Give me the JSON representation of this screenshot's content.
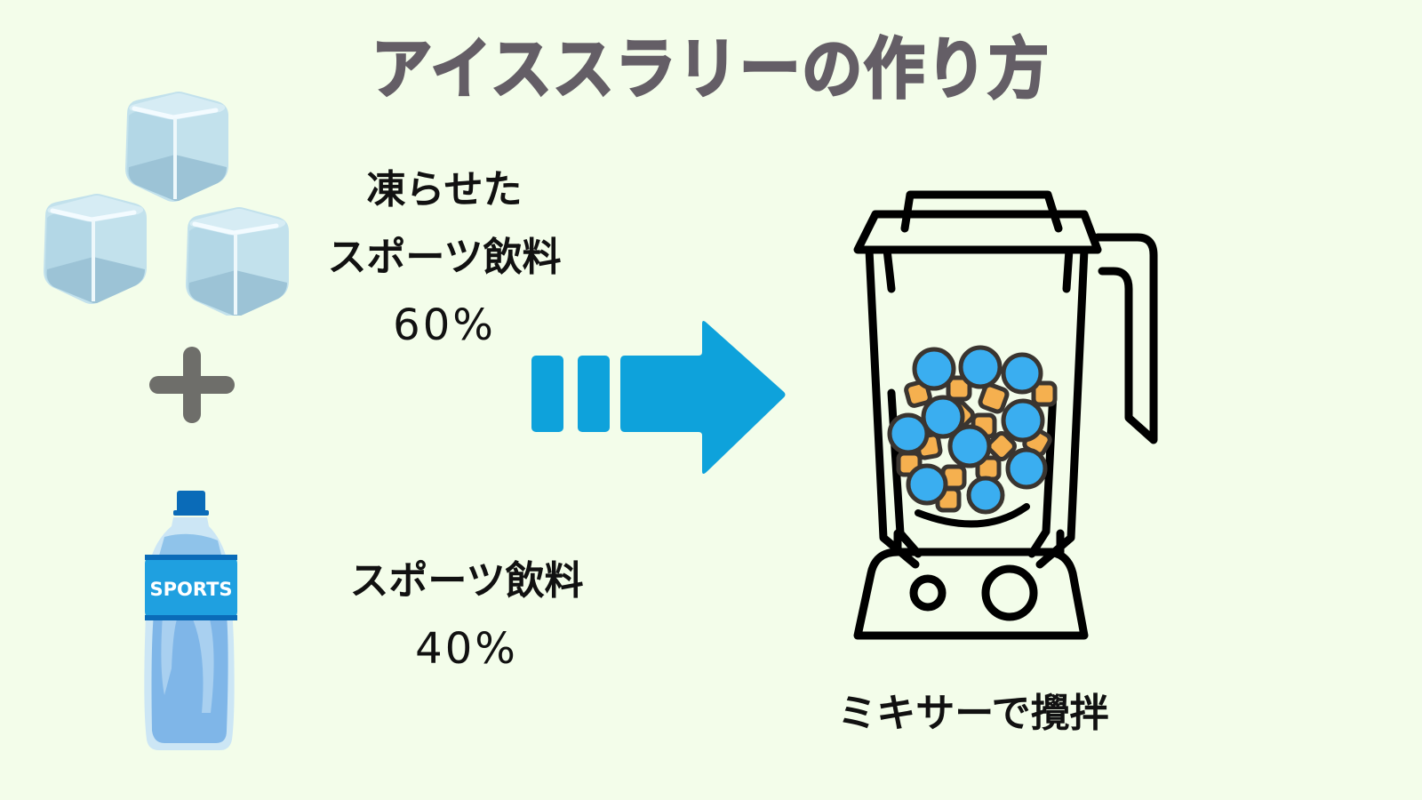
{
  "title": "アイススラリーの作り方",
  "ingredients": [
    {
      "name": "frozen-sports-drink",
      "line1": "凍らせた",
      "line2": "スポーツ飲料",
      "percent": "60%",
      "icon": "ice-cubes-icon"
    },
    {
      "name": "sports-drink",
      "line1": "スポーツ飲料",
      "percent": "40%",
      "icon": "sports-drink-bottle-icon",
      "bottle_label": "SPORTS"
    }
  ],
  "operator": "+",
  "arrow": "right-arrow-icon",
  "result": {
    "icon": "blender-icon",
    "caption": "ミキサーで攪拌"
  },
  "colors": {
    "background": "#f3fdea",
    "title": "#645e66",
    "arrow": "#0ea2db",
    "ice_ball": "#3aaef0",
    "ice_chip": "#f5b04f",
    "plus": "#6e6e6a",
    "bottle_cap": "#0a6bb8",
    "bottle_label": "#1fa0e0"
  }
}
